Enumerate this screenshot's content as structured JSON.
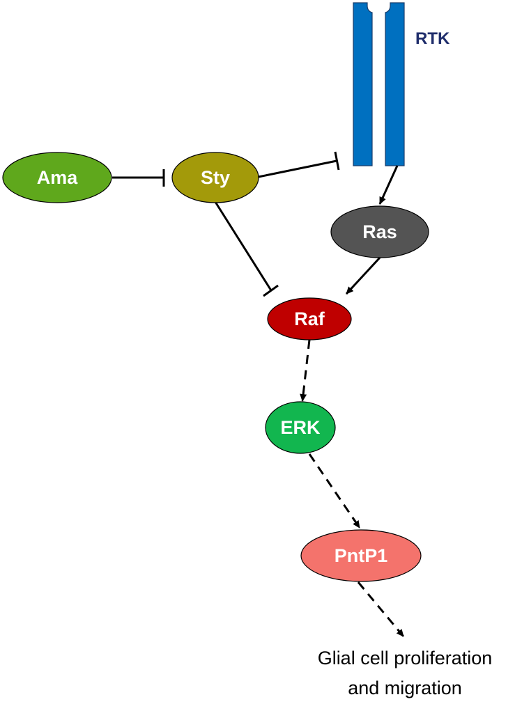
{
  "receptor": {
    "label": "RTK",
    "color": "#0070c0",
    "label_color": "#1f2d6b"
  },
  "nodes": [
    {
      "id": "ama",
      "label": "Ama",
      "color": "#5fa81c"
    },
    {
      "id": "sty",
      "label": "Sty",
      "color": "#a39a0a"
    },
    {
      "id": "ras",
      "label": "Ras",
      "color": "#545454"
    },
    {
      "id": "raf",
      "label": "Raf",
      "color": "#bf0000"
    },
    {
      "id": "erk",
      "label": "ERK",
      "color": "#12b64f"
    },
    {
      "id": "pntp1",
      "label": "PntP1",
      "color": "#f4736c"
    }
  ],
  "edges": [
    {
      "from": "ama",
      "to": "sty",
      "type": "inhibition",
      "style": "solid"
    },
    {
      "from": "sty",
      "to": "rtk",
      "type": "inhibition",
      "style": "solid"
    },
    {
      "from": "sty",
      "to": "raf",
      "type": "inhibition",
      "style": "solid"
    },
    {
      "from": "rtk",
      "to": "ras",
      "type": "activation",
      "style": "solid"
    },
    {
      "from": "ras",
      "to": "raf",
      "type": "activation",
      "style": "solid"
    },
    {
      "from": "raf",
      "to": "erk",
      "type": "activation",
      "style": "dashed"
    },
    {
      "from": "erk",
      "to": "pntp1",
      "type": "activation",
      "style": "dashed"
    },
    {
      "from": "pntp1",
      "to": "outcome",
      "type": "activation",
      "style": "dashed"
    }
  ],
  "outcome": {
    "line1": "Glial cell proliferation",
    "line2": "and migration"
  }
}
